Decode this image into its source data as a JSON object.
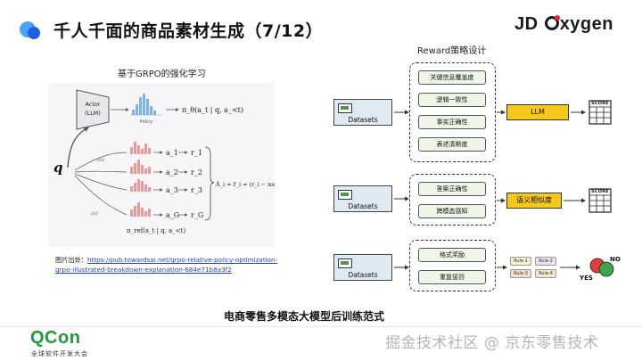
{
  "header": {
    "title": "千人千面的商品素材生成（7/12）",
    "brand": {
      "left": "JD ",
      "o": "O",
      "right": "xygen"
    }
  },
  "left": {
    "caption": "基于GRPO的强化学习",
    "diagram": {
      "actor_line1": "Actor",
      "actor_line2": "(LLM)",
      "policy_label": "Policy",
      "pi_theta": "π_θ(a_t | q, a_<t)",
      "q_label": "q",
      "old_label": "old",
      "actions": [
        "a_1",
        "a_2",
        "a_3",
        "a_G"
      ],
      "rewards": [
        "r_1",
        "r_2",
        "r_3",
        "r_G"
      ],
      "advantage": "Â_i = r̃_i = (r_i − mean(r)) / std(r)",
      "pi_ref": "π_ref(a_t | q, a_<t)",
      "colors": {
        "policy_bars": "#7ab4e6",
        "ref_bars": "#e89a9a",
        "grid": "#cfcfcf"
      }
    },
    "source": {
      "prefix": "图片出处：",
      "url": "https://pub.towardsai.net/grpo-relative-policy-optimization-grpo-illustrated-breakdown-explanation-684e71b8a3f2"
    }
  },
  "reward": {
    "title": "Reward策略设计",
    "groups": [
      {
        "items": [
          "关键信息覆盖度",
          "逻辑一致性",
          "事实正确性",
          "表述清晰度"
        ],
        "judge": "LLM"
      },
      {
        "items": [
          "答案正确性",
          "跨模态感知"
        ],
        "judge": "语义相似度"
      },
      {
        "items": [
          "格式奖励",
          "重复惩罚"
        ],
        "judge": ""
      }
    ],
    "datasets_label": "Datasets",
    "score_label": "SCORE",
    "rules": [
      "Rule-1",
      "Rule-2",
      "Rule-3",
      "Rule-4"
    ],
    "yes": "YES",
    "no": "NO",
    "colors": {
      "judge": "#f5c81a",
      "yes": "#e23c3c",
      "no": "#3aa84a"
    }
  },
  "bottom_caption": "电商零售多模态大模型后训练范式",
  "footer": {
    "logo": "QCon",
    "sub": "全球软件开发大会",
    "watermark": "掘金技术社区 @ 京东零售技术"
  }
}
